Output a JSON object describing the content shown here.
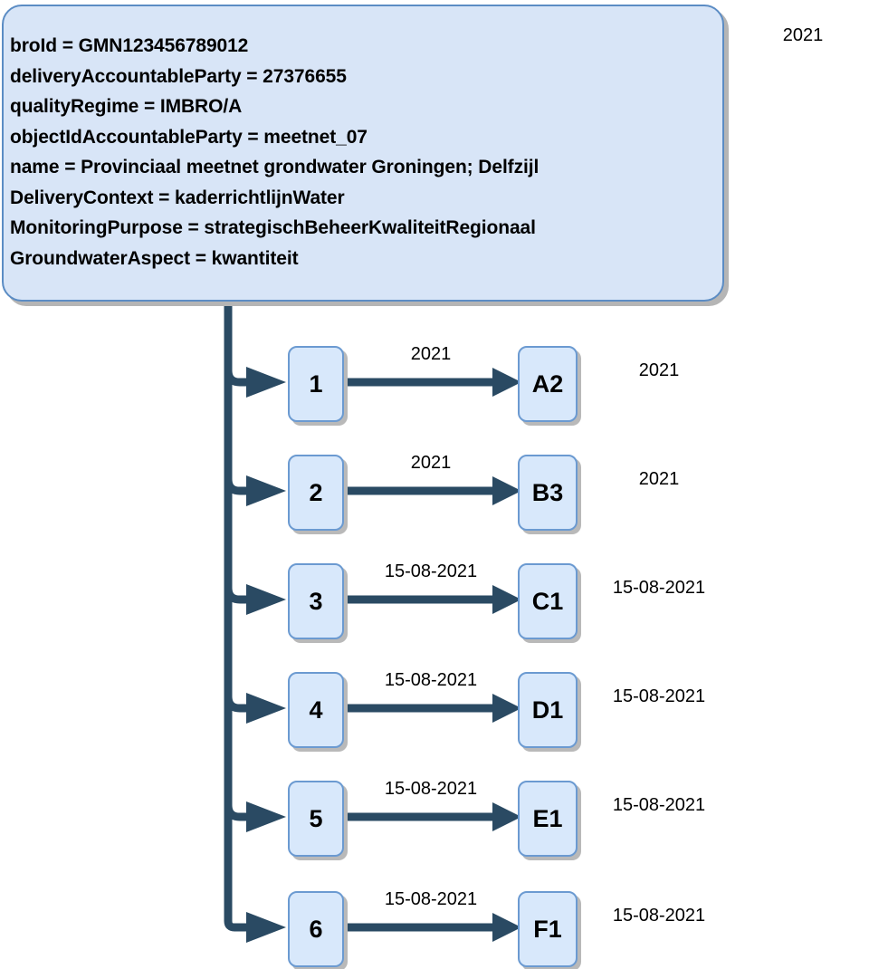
{
  "header": {
    "corner_label": "2021",
    "info_lines": [
      "broId = GMN123456789012",
      "deliveryAccountableParty = 27376655",
      "qualityRegime = IMBRO/A",
      "objectIdAccountableParty = meetnet_07",
      "name = Provinciaal meetnet grondwater Groningen; Delfzijl",
      "DeliveryContext = kaderrichtlijnWater",
      "MonitoringPurpose = strategischBeheerKwaliteitRegionaal",
      "GroundwaterAspect = kwantiteit"
    ]
  },
  "colors": {
    "box_fill": "#d8e8fb",
    "box_border": "#6b9ad1",
    "info_fill": "#d8e5f7",
    "info_border": "#5b8cc4",
    "connector": "#2a4a63",
    "shadow": "#b9b9b9",
    "text": "#000000"
  },
  "rows": [
    {
      "index": "1",
      "source": "1",
      "target": "A2",
      "edge_label": "2021",
      "side_label": "2021"
    },
    {
      "index": "2",
      "source": "2",
      "target": "B3",
      "edge_label": "2021",
      "side_label": "2021"
    },
    {
      "index": "3",
      "source": "3",
      "target": "C1",
      "edge_label": "15-08-2021",
      "side_label": "15-08-2021"
    },
    {
      "index": "4",
      "source": "4",
      "target": "D1",
      "edge_label": "15-08-2021",
      "side_label": "15-08-2021"
    },
    {
      "index": "5",
      "source": "5",
      "target": "E1",
      "edge_label": "15-08-2021",
      "side_label": "15-08-2021"
    },
    {
      "index": "6",
      "source": "6",
      "target": "F1",
      "edge_label": "15-08-2021",
      "side_label": "15-08-2021"
    }
  ],
  "geometry": {
    "row_tops": [
      380,
      500,
      620,
      740,
      860,
      980
    ]
  }
}
